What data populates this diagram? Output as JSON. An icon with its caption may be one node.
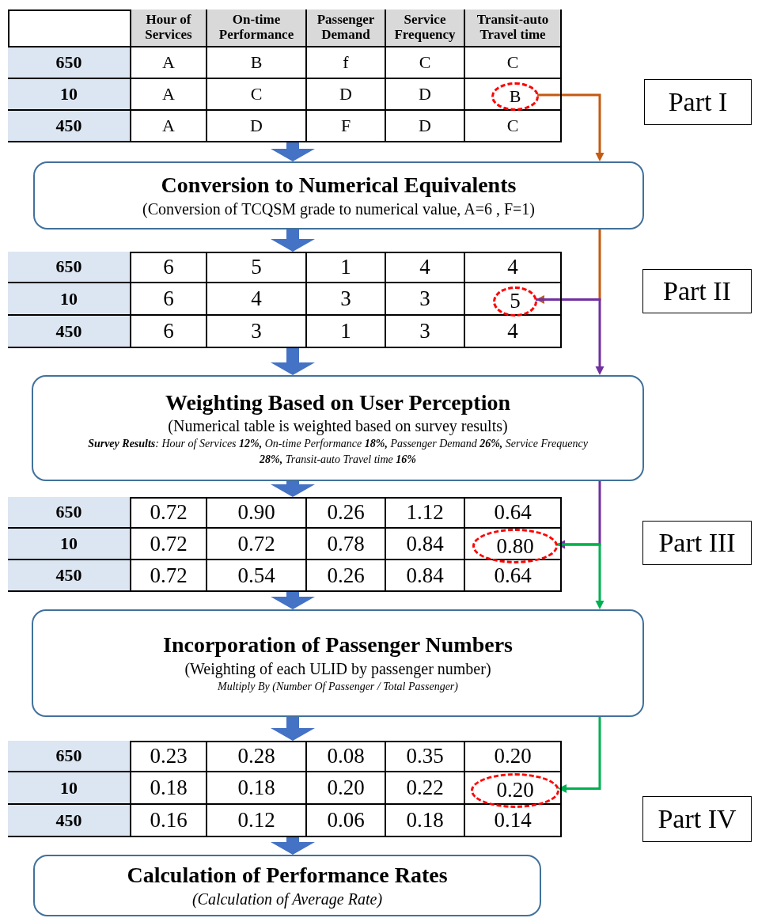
{
  "diagram": {
    "nodes": [
      {
        "text": [
          "Hour of Services",
          "On-time Performance",
          "Passenger Demand",
          "Service Frequency",
          "Transit-auto Travel time",
          "650",
          "A",
          "B",
          "f",
          "C",
          "C",
          "10",
          "A",
          "C",
          "D",
          "D",
          "450",
          "A",
          "D",
          "F",
          "D",
          "C"
        ]
      },
      {
        "text": [
          "B"
        ],
        "in": 0
      },
      {
        "text": [
          "Part I"
        ]
      },
      {
        "text": [
          "Conversion to Numerical Equivalents",
          "(Conversion of TCQSM grade to numerical value, A=6 , F=1)"
        ]
      },
      {
        "text": [
          "650",
          "6",
          "5",
          "1",
          "4",
          "4",
          "10",
          "6",
          "4",
          "3",
          "3",
          "450",
          "6",
          "3",
          "1",
          "3",
          "4"
        ]
      },
      {
        "text": [
          "5"
        ],
        "in": 4
      },
      {
        "text": [
          "Part II"
        ]
      },
      {
        "text": [
          "Weighting Based on User Perception",
          "(Numerical table is weighted based on survey results)",
          "**Survey Results**:  Hour of Services **12%,** On-time Performance **18%,** Passenger Demand **26%,** Service Frequency **28%,** Transit-auto Travel time **16%**"
        ]
      },
      {
        "text": [
          "650",
          "0.72",
          "0.90",
          "0.26",
          "1.12",
          "0.64",
          "10",
          "0.72",
          "0.72",
          "0.78",
          "0.84",
          "450",
          "0.72",
          "0.54",
          "0.26",
          "0.84",
          "0.64"
        ]
      },
      {
        "text": [
          "0.80"
        ],
        "in": 8
      },
      {
        "text": [
          "Part III"
        ]
      },
      {
        "text": [
          "Incorporation of Passenger Numbers",
          "(Weighting of each ULID by passenger number)",
          "Multiply By (Number Of Passenger / Total Passenger)"
        ]
      },
      {
        "text": [
          "650",
          "0.23",
          "0.28",
          "0.08",
          "0.35",
          "0.20",
          "10",
          "0.18",
          "0.18",
          "0.20",
          "0.22",
          "450",
          "0.16",
          "0.12",
          "0.06",
          "0.18",
          "0.14"
        ]
      },
      {
        "text": [
          "0.20"
        ],
        "in": 12
      },
      {
        "text": [
          "Part IV"
        ]
      },
      {
        "text": [
          "Calculation of Performance Rates",
          "(Calculation of Average  Rate)"
        ]
      }
    ],
    "edges": [
      {
        "from": 0,
        "to": 3,
        "arrow": "to"
      },
      {
        "from": 1,
        "to": 3,
        "arrow": "to",
        "color": "#c55a11"
      },
      {
        "from": 3,
        "to": 4,
        "arrow": "to"
      },
      {
        "from": 3,
        "to": 5,
        "arrow": "to",
        "color": "#c55a11"
      },
      {
        "from": 4,
        "to": 7,
        "arrow": "to"
      },
      {
        "from": 5,
        "to": 7,
        "arrow": "to",
        "color": "#7030a0"
      },
      {
        "from": 7,
        "to": 8,
        "arrow": "to"
      },
      {
        "from": 7,
        "to": 9,
        "arrow": "to",
        "color": "#7030a0"
      },
      {
        "from": 8,
        "to": 11,
        "arrow": "to"
      },
      {
        "from": 9,
        "to": 11,
        "arrow": "to",
        "color": "#00b050"
      },
      {
        "from": 11,
        "to": 12,
        "arrow": "to"
      },
      {
        "from": 11,
        "to": 13,
        "arrow": "to",
        "color": "#00b050"
      },
      {
        "from": 12,
        "to": 15,
        "arrow": "to"
      }
    ]
  }
}
